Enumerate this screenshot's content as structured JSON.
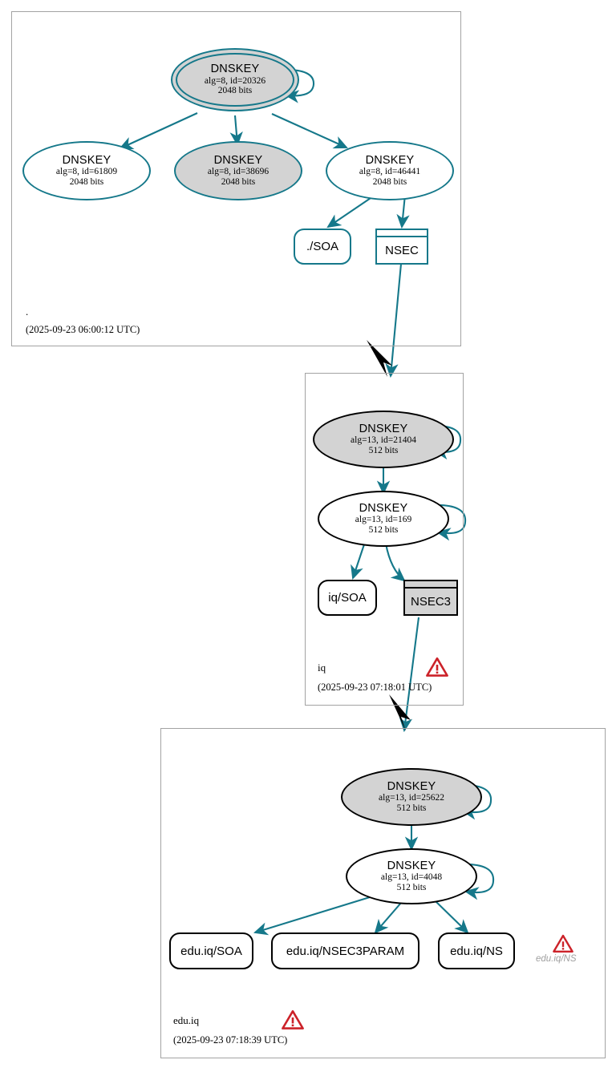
{
  "diagram": {
    "type": "dnssec-authentication-chain",
    "title": "DNSSEC authentication chain for edu.iq",
    "colors": {
      "secure_edge": "#15788a",
      "node_black": "#000000",
      "sep_fill": "#d3d3d3",
      "zone_border": "#a3a3a3",
      "warning_red": "#cc2229",
      "warning_label": "#a0a0a0",
      "delegation_arrow": "#000000"
    }
  },
  "zones": [
    {
      "id": "root",
      "name": ".",
      "timestamp": "(2025-09-23 06:00:12 UTC)",
      "has_warning": false,
      "keys": [
        {
          "id": "k20326",
          "type": "DNSKEY",
          "detail": "alg=8, id=20326",
          "size": "2048 bits",
          "alg": 8,
          "keytag": 20326,
          "bits": 2048,
          "sep": true,
          "fill": "gray",
          "stroke": "teal",
          "self_sign": true
        },
        {
          "id": "k61809",
          "type": "DNSKEY",
          "detail": "alg=8, id=61809",
          "size": "2048 bits",
          "alg": 8,
          "keytag": 61809,
          "bits": 2048,
          "sep": false,
          "fill": "white",
          "stroke": "teal",
          "self_sign": false
        },
        {
          "id": "k38696",
          "type": "DNSKEY",
          "detail": "alg=8, id=38696",
          "size": "2048 bits",
          "alg": 8,
          "keytag": 38696,
          "bits": 2048,
          "sep": false,
          "fill": "gray",
          "stroke": "teal",
          "self_sign": false
        },
        {
          "id": "k46441",
          "type": "DNSKEY",
          "detail": "alg=8, id=46441",
          "size": "2048 bits",
          "alg": 8,
          "keytag": 46441,
          "bits": 2048,
          "sep": false,
          "fill": "white",
          "stroke": "teal",
          "self_sign": false
        }
      ],
      "records": [
        {
          "id": "root-soa",
          "label": "./SOA",
          "shape": "rounded",
          "stroke": "teal"
        }
      ],
      "nsec_nodes": [
        {
          "id": "root-nsec",
          "label": "NSEC",
          "stroke": "teal",
          "fill": "white"
        }
      ]
    },
    {
      "id": "iq",
      "name": "iq",
      "timestamp": "(2025-09-23 07:18:01 UTC)",
      "has_warning": true,
      "keys": [
        {
          "id": "k21404",
          "type": "DNSKEY",
          "detail": "alg=13, id=21404",
          "size": "512 bits",
          "alg": 13,
          "keytag": 21404,
          "bits": 512,
          "sep": false,
          "fill": "gray",
          "stroke": "black",
          "self_sign": true
        },
        {
          "id": "k169",
          "type": "DNSKEY",
          "detail": "alg=13, id=169",
          "size": "512 bits",
          "alg": 13,
          "keytag": 169,
          "bits": 512,
          "sep": false,
          "fill": "white",
          "stroke": "black",
          "self_sign": true
        }
      ],
      "records": [
        {
          "id": "iq-soa",
          "label": "iq/SOA",
          "shape": "rounded",
          "stroke": "black"
        }
      ],
      "nsec_nodes": [
        {
          "id": "iq-nsec3",
          "label": "NSEC3",
          "stroke": "black",
          "fill": "gray"
        }
      ]
    },
    {
      "id": "eduiq",
      "name": "edu.iq",
      "timestamp": "(2025-09-23 07:18:39 UTC)",
      "has_warning": true,
      "keys": [
        {
          "id": "k25622",
          "type": "DNSKEY",
          "detail": "alg=13, id=25622",
          "size": "512 bits",
          "alg": 13,
          "keytag": 25622,
          "bits": 512,
          "sep": false,
          "fill": "gray",
          "stroke": "black",
          "self_sign": true
        },
        {
          "id": "k4048",
          "type": "DNSKEY",
          "detail": "alg=13, id=4048",
          "size": "512 bits",
          "alg": 13,
          "keytag": 4048,
          "bits": 512,
          "sep": false,
          "fill": "white",
          "stroke": "black",
          "self_sign": true
        }
      ],
      "records": [
        {
          "id": "eduiq-soa",
          "label": "edu.iq/SOA",
          "shape": "rounded",
          "stroke": "black"
        },
        {
          "id": "eduiq-nsec3param",
          "label": "edu.iq/NSEC3PARAM",
          "shape": "rounded",
          "stroke": "black"
        },
        {
          "id": "eduiq-ns",
          "label": "edu.iq/NS",
          "shape": "rounded",
          "stroke": "black"
        }
      ],
      "nsec_nodes": [],
      "standalone_warnings": [
        {
          "id": "eduiq-ns-warn",
          "label": "edu.iq/NS"
        }
      ]
    }
  ]
}
